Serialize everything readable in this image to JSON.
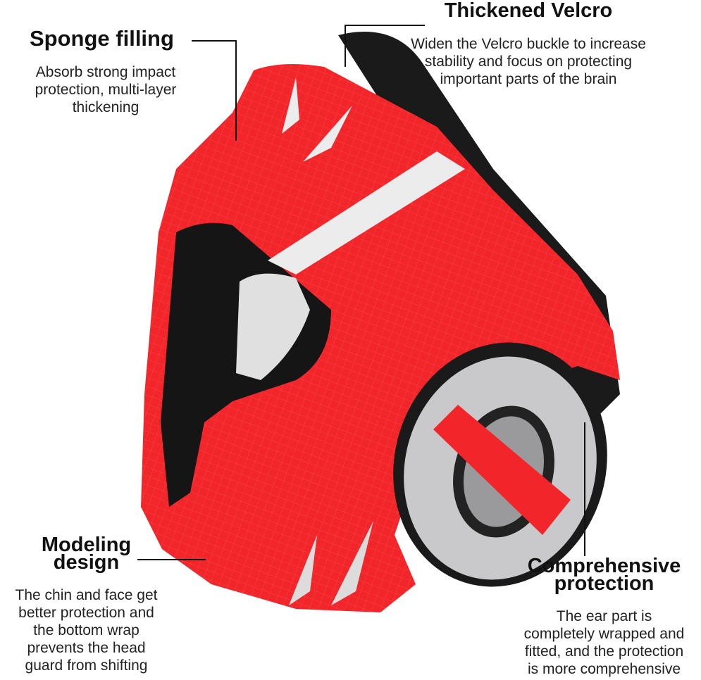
{
  "colors": {
    "helmet_red": "#f2262a",
    "stripe": "#e8e8e8",
    "padding": "#1a1a1a",
    "ear_silver": "#c9c9cb"
  },
  "annotations": {
    "velcro": {
      "title": "Thickened Velcro",
      "desc": [
        "Widen the Velcro buckle to increase",
        "stability and focus on protecting",
        "important parts of the brain"
      ]
    },
    "sponge": {
      "title": "Sponge filling",
      "desc": [
        "Absorb strong impact",
        "protection, multi-layer",
        "thickening"
      ]
    },
    "modeling": {
      "title": [
        "Modeling",
        "design"
      ],
      "desc": [
        "The chin and face get",
        "better protection and",
        "the bottom wrap",
        "prevents the head",
        "guard from shifting"
      ]
    },
    "protection": {
      "title": [
        "Comprehensive",
        "protection"
      ],
      "desc": [
        "The ear part is",
        "completely wrapped and",
        "fitted, and the protection",
        "is more comprehensive"
      ]
    }
  }
}
